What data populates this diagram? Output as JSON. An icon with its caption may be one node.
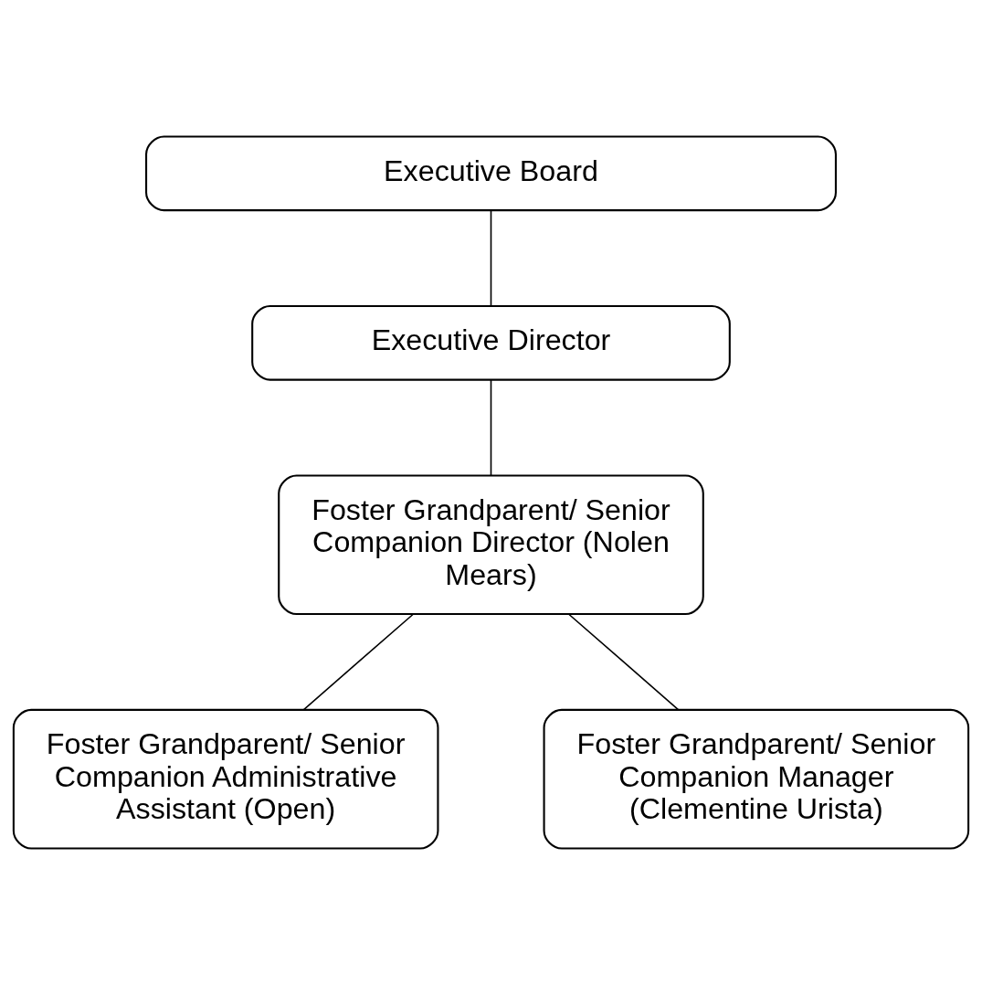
{
  "diagram": {
    "nodes": [
      {
        "text": [
          "Executive Board"
        ]
      },
      {
        "text": [
          "Executive Director"
        ]
      },
      {
        "text": [
          "Foster Grandparent/ Senior Companion Director (Nolen Mears)"
        ]
      },
      {
        "text": [
          "Foster Grandparent/ Senior Companion Administrative Assistant (Open)"
        ]
      },
      {
        "text": [
          "Foster Grandparent/ Senior Companion Manager (Clementine Urista)"
        ]
      }
    ],
    "edges": [
      {
        "from": 0,
        "to": 1,
        "arrow": "none"
      },
      {
        "from": 1,
        "to": 2,
        "arrow": "none"
      },
      {
        "from": 2,
        "to": 3,
        "arrow": "none"
      },
      {
        "from": 2,
        "to": 4,
        "arrow": "none"
      }
    ]
  }
}
